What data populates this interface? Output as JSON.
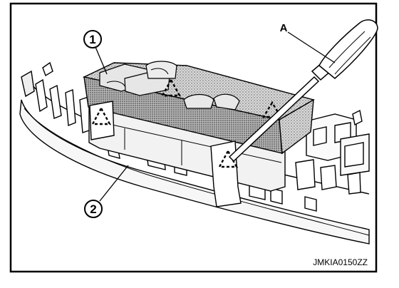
{
  "figure": {
    "callouts": [
      {
        "id": "callout-1",
        "label": "1"
      },
      {
        "id": "callout-2",
        "label": "2"
      }
    ],
    "tool_label": "A",
    "figure_code": "JMKIA0150ZZ",
    "colors": {
      "ink": "#000000",
      "paper": "#ffffff",
      "stipple": "#8a8a8a",
      "panel_light": "#f4f4f4",
      "panel_mid": "#e2e2e2"
    }
  }
}
